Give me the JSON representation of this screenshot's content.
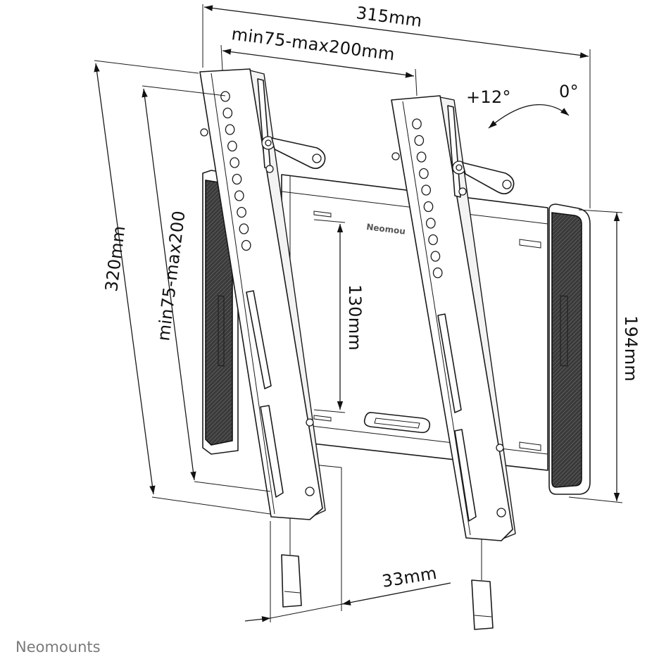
{
  "dimensions": {
    "overall_width": "315mm",
    "vesa_width": "min75-max200mm",
    "overall_height": "320mm",
    "vesa_height": "min75-max200",
    "wall_plate_slot": "130mm",
    "wall_plate_height": "194mm",
    "wall_distance": "33mm"
  },
  "tilt": {
    "max": "+12°",
    "min": "0°"
  },
  "plate_brand": "Neomou",
  "footer_logo": "Neomounts",
  "colors": {
    "line": "#1a1a1a",
    "pad": "#2b2b2b",
    "footer": "#7a7a7a"
  }
}
